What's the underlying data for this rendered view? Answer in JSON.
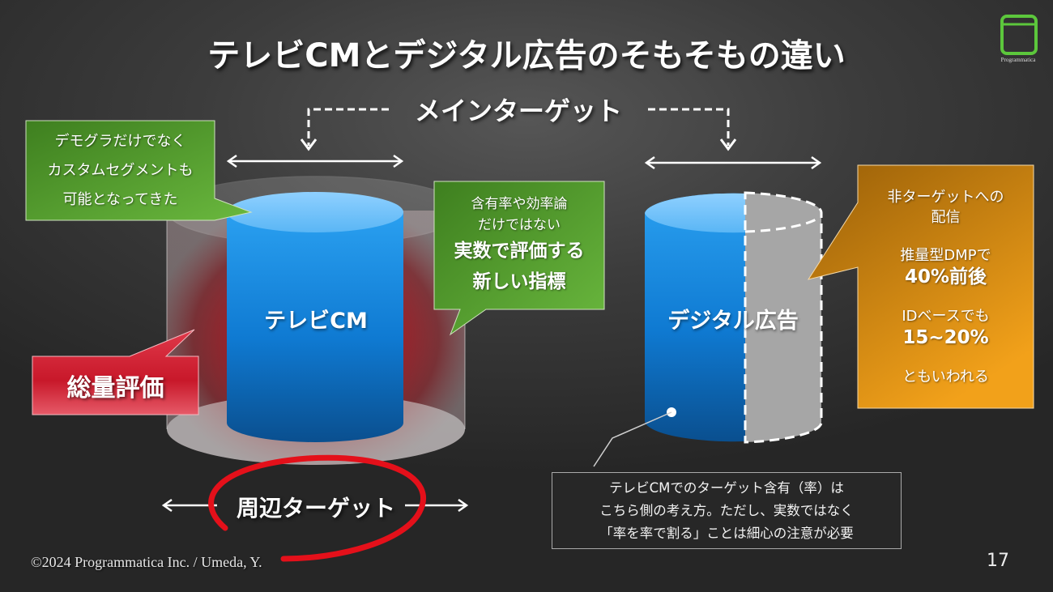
{
  "slide": {
    "title": "テレビCMとデジタル広告のそもそもの違い",
    "page_number": "17",
    "footer": "©2024  Programmatica Inc. / Umeda, Y.",
    "logo": {
      "icon": "cylinder-logo-icon",
      "label": "Programmatica",
      "color": "#5cc73c"
    },
    "background": "#3a3a3a"
  },
  "labels": {
    "main_target": "メインターゲット",
    "peripheral_target": "周辺ターゲット"
  },
  "cylinders": {
    "tv_cm": {
      "label": "テレビCM",
      "color": "#1e90e8"
    },
    "digital": {
      "label": "デジタル広告",
      "color": "#1e90e8",
      "non_target_color": "#a6a6a6"
    }
  },
  "callouts": {
    "segment": {
      "lines": [
        "デモグラだけでなく",
        "カスタムセグメントも",
        "可能となってきた"
      ],
      "color": "#4f9a2a"
    },
    "new_metric": {
      "small_lines": [
        "含有率や効率論",
        "だけではない"
      ],
      "large_lines": [
        "実数で評価する",
        "新しい指標"
      ],
      "color": "#4f9a2a"
    },
    "total_eval": {
      "label": "総量評価",
      "color": "#d42a3a"
    },
    "non_target": {
      "heading": [
        "非ターゲットへの",
        "配信"
      ],
      "item1_small": "推量型DMPで",
      "item1_large": "40%前後",
      "item2_small": "IDベースでも",
      "item2_large": "15~20%",
      "closing": "ともいわれる",
      "color": "#e0900e"
    }
  },
  "note": {
    "lines": [
      "テレビCMでのターゲット含有（率）は",
      "こちら側の考え方。ただし、実数ではなく",
      "「率を率で割る」ことは細心の注意が必要"
    ]
  }
}
